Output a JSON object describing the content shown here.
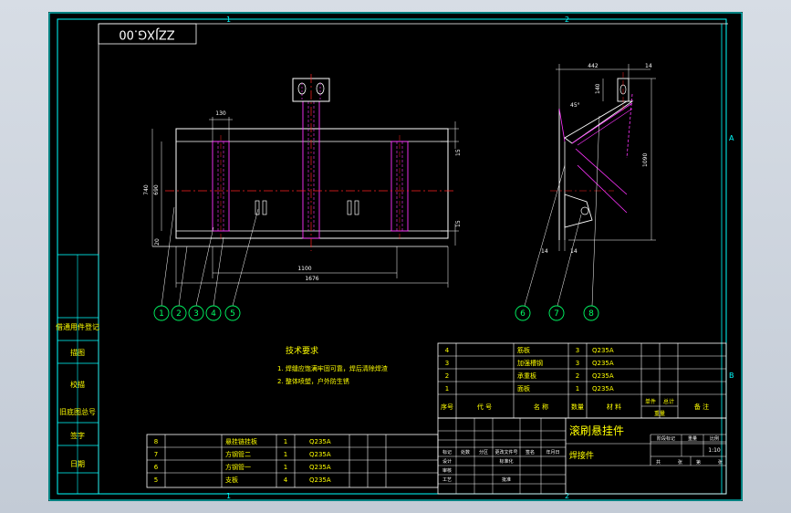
{
  "drawing_number": "ZZJXG.00",
  "zone_labels": {
    "col1": "1",
    "col2": "2",
    "rowA": "A",
    "rowB": "B"
  },
  "left_strip": [
    "借通用件登记",
    "描图",
    "校描",
    "旧底图总号",
    "签字",
    "日期"
  ],
  "tech_requirements": {
    "title": "技术要求",
    "items": [
      "1. 焊缝应饱满牢固可靠，焊后清除焊渣",
      "2. 整体喷塑，户外防生锈"
    ]
  },
  "front_view_dims": {
    "top_width": "130",
    "bottom_inner": "1100",
    "bottom_overall": "1676",
    "height_left": "740",
    "height_mid": "690",
    "small_left": "20",
    "right_top": "15",
    "right_bottom": "15"
  },
  "side_view_dims": {
    "top_width": "442",
    "top_right": "14",
    "small_height": "140",
    "angle": "45°",
    "height": "1090",
    "bottom_left": "14",
    "bottom_mid": "14"
  },
  "balloons": [
    "1",
    "2",
    "3",
    "4",
    "5",
    "6",
    "7",
    "8"
  ],
  "parts_upper": [
    {
      "no": "4",
      "name": "筋板",
      "qty": "3",
      "material": "Q235A"
    },
    {
      "no": "3",
      "name": "加强槽钢",
      "qty": "3",
      "material": "Q235A"
    },
    {
      "no": "2",
      "name": "承重板",
      "qty": "2",
      "material": "Q235A"
    },
    {
      "no": "1",
      "name": "面板",
      "qty": "1",
      "material": "Q235A"
    }
  ],
  "parts_header": {
    "no": "序号",
    "code": "代 号",
    "name": "名 称",
    "qty": "数量",
    "material": "材 料",
    "weight_single": "单件",
    "weight_total": "总计",
    "weight": "重量",
    "remark": "备 注"
  },
  "parts_lower": [
    {
      "no": "8",
      "name": "悬挂链挂板",
      "qty": "1",
      "material": "Q235A"
    },
    {
      "no": "7",
      "name": "方钢管二",
      "qty": "1",
      "material": "Q235A"
    },
    {
      "no": "6",
      "name": "方钢管一",
      "qty": "1",
      "material": "Q235A"
    },
    {
      "no": "5",
      "name": "支板",
      "qty": "4",
      "material": "Q235A"
    }
  ],
  "title_block": {
    "title": "滚刷悬挂件",
    "subtitle": "焊接件",
    "scale": "1:10",
    "stage_labels": [
      "阶段标记",
      "重量",
      "比例"
    ],
    "sheet_labels": [
      "共",
      "张",
      "第",
      "张"
    ],
    "change_labels": [
      "标记",
      "处数",
      "分区",
      "更改文件号",
      "签名",
      "年月日"
    ],
    "role_labels": [
      "设计",
      "标准化",
      "审核",
      "工艺",
      "批准"
    ]
  },
  "colors": {
    "frame": "#00ffff",
    "outline": "#ffffff",
    "hidden": "#ff33ff",
    "center": "#ff2020",
    "text_yellow": "#ffff00",
    "balloon": "#00ff66"
  }
}
